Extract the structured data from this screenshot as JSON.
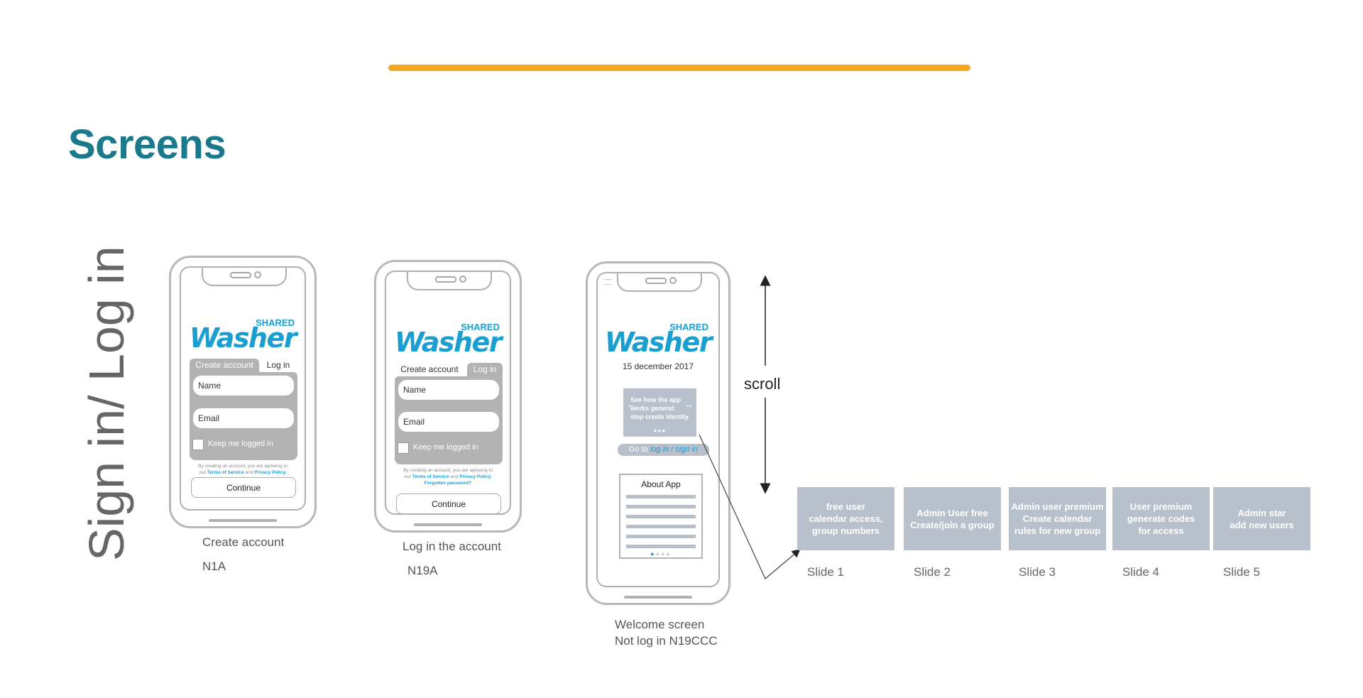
{
  "colors": {
    "accent_bar": "#f5a623",
    "title": "#1a7a8c",
    "logo": "#1a9fd0",
    "form_grey": "#b3b3b3",
    "slide_grey": "#b8c0cc"
  },
  "page": {
    "title": "Screens",
    "section": "Sign in/ Log in"
  },
  "logo": {
    "word": "Washer",
    "small": "SHARED"
  },
  "phone_create": {
    "tab_create": "Create account",
    "tab_login": "Log in",
    "name_placeholder": "Name",
    "email_placeholder": "Email",
    "keep_logged": "Keep me logged in",
    "legal_1": "By creating an account, you are agreeing to",
    "legal_2a": "our",
    "terms": "Terms of Service",
    "legal_and": "and",
    "privacy": "Privacy Policy.",
    "continue": "Continue",
    "caption": "Create account",
    "code": "N1A"
  },
  "phone_login": {
    "tab_create": "Create account",
    "tab_login": "Log in",
    "name_placeholder": "Name",
    "email_placeholder": "Email",
    "keep_logged": "Keep me logged in",
    "legal_1": "By creating an account, you are agreeing to",
    "legal_2a": "our",
    "terms": "Terms of Service",
    "legal_and": "and",
    "privacy": "Privacy Policy.",
    "forgotten": "Forgotten password?",
    "continue": "Continue",
    "caption": "Log in the account",
    "code": "N19A"
  },
  "phone_welcome": {
    "date": "15 december 2017",
    "carousel_text": "See how the app\nworks general:\nstep create identity",
    "go_prefix": "Go to",
    "go_link": "log in / sign in",
    "about": "About App",
    "caption_1": "Welcome screen",
    "caption_2": "Not log in   N19CCC"
  },
  "scroll_label": "scroll",
  "slides": [
    {
      "text": "free user\ncalendar access,\ngroup numbers",
      "label": "Slide 1"
    },
    {
      "text": "Admin User free\nCreate/join a group",
      "label": "Slide 2"
    },
    {
      "text": "Admin user premium\nCreate calendar\nrules for new group",
      "label": "Slide 3"
    },
    {
      "text": "User premium\ngenerate codes\nfor access",
      "label": "Slide 4"
    },
    {
      "text": "Admin star\nadd new users",
      "label": "Slide 5"
    }
  ]
}
